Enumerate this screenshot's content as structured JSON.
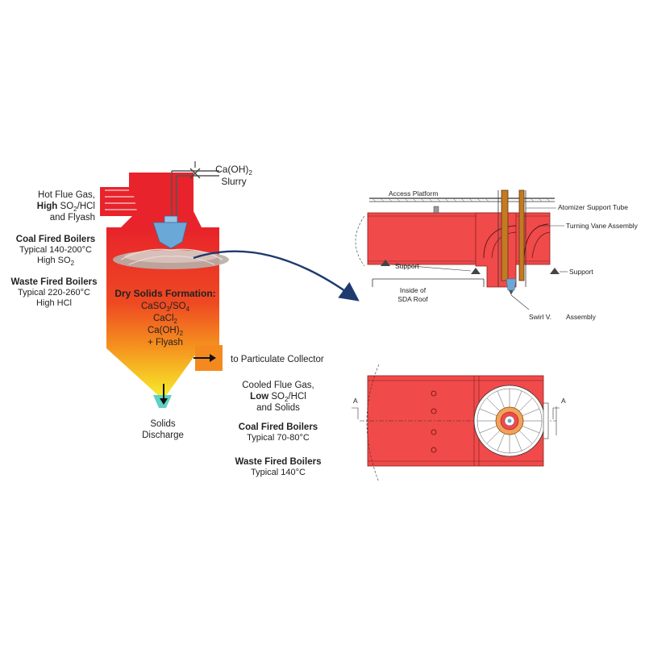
{
  "left": {
    "inlet": {
      "line1": "Hot Flue Gas,",
      "bold2": "High",
      "rest2": "SO",
      "sub2": "2",
      "tail2": "/HCl",
      "line3": "and Flyash"
    },
    "slurry": {
      "line1": "Ca(OH)",
      "sub1": "2",
      "line2": "Slurry"
    },
    "coal_in": {
      "title": "Coal Fired Boilers",
      "line2": "Typical  140-200°C",
      "line3a": "High SO",
      "line3sub": "2"
    },
    "waste_in": {
      "title": "Waste Fired Boilers",
      "line2": "Typical  220-260°C",
      "line3": "High HCl"
    },
    "formation": {
      "title": "Dry Solids Formation:",
      "l1a": "CaSO",
      "l1s1": "3",
      "l1b": "/SO",
      "l1s2": "4",
      "l2a": "CaCl",
      "l2s": "2",
      "l3a": "Ca(OH)",
      "l3s": "2",
      "l4": "+ Flyash"
    },
    "outlet": "to Particulate Collector",
    "cooled": {
      "line1": "Cooled Flue Gas,",
      "bold2": "Low",
      "rest2": "SO",
      "sub2": "2",
      "tail2": "/HCl",
      "line3": "and Solids"
    },
    "coal_out": {
      "title": "Coal Fired Boilers",
      "line2": "Typical  70-80°C"
    },
    "waste_out": {
      "title": "Waste Fired Boilers",
      "line2": "Typical  140°C"
    },
    "discharge": {
      "line1": "Solids",
      "line2": "Discharge"
    }
  },
  "right": {
    "access_platform": "Access Platform",
    "atomizer_tube": "Atomizer Support Tube",
    "turning_vane": "Turning Vane Assembly",
    "support_left": "Support",
    "support_right": "Support",
    "inside_roof_1": "Inside of",
    "inside_roof_2": "SDA Roof",
    "swirl": "Swirl V.",
    "assembly": "Assembly",
    "section_mark": "A"
  },
  "colors": {
    "vessel_top": "#e8232b",
    "vessel_mid": "#f5901e",
    "vessel_bottom": "#f6ec2a",
    "discharge_tip": "#5fd0c4",
    "drawing_red": "#f04a4a",
    "arrow": "#1f3a6e",
    "atomizer": "#6aa8d8"
  }
}
